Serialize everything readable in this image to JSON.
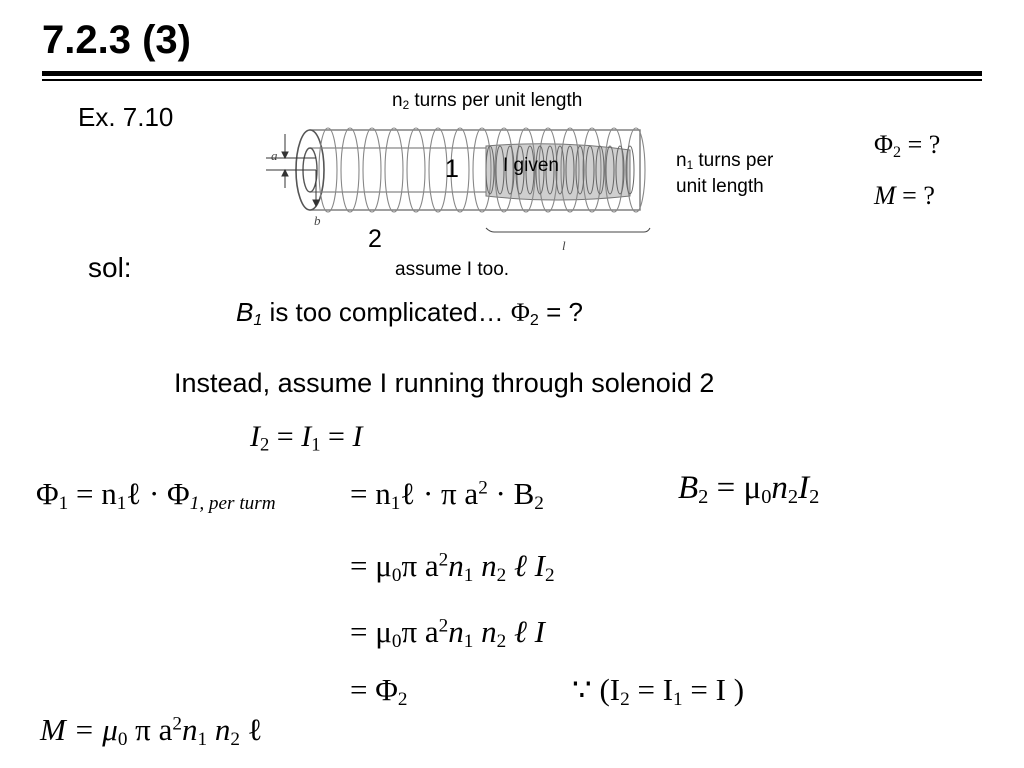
{
  "slide": {
    "title": "7.2.3 (3)",
    "example": "Ex. 7.10",
    "sol_label": "sol:",
    "diagram": {
      "n2_label": "n",
      "n2_sub": "2",
      "n2_rest": " turns per unit length",
      "n1_label": "n",
      "n1_sub": "1",
      "n1_rest": " turns per",
      "n1_line2": "unit length",
      "inner_label": "1",
      "outer_label": "2",
      "current_label": "I given",
      "assume_label": "assume I too.",
      "dim_a": "a",
      "dim_b": "b",
      "dim_l": "l"
    },
    "question": {
      "phi2": "Φ",
      "phi2_sub": "2",
      "phi2_eq": " = ?",
      "m": "M",
      "m_eq": " = ?"
    },
    "statement": {
      "b": "B",
      "b_sub": "1",
      "text": " is too complicated…  ",
      "phi": "Φ",
      "phi_sub": "2",
      "eq": " = ?"
    },
    "instead": "Instead, assume I running through solenoid 2",
    "math": {
      "I_eq": [
        "I",
        "2",
        " = ",
        "I",
        "1",
        " = ",
        "I"
      ],
      "phi1_lhs": "Φ",
      "phi1_sub": "1",
      "phi1_mid": " = n",
      "phi1_mid_sub": "1",
      "phi1_mid2": "ℓ · Φ",
      "phi1_per": "1, per turm",
      "line1_rhs": "= n",
      "line1_rhs_sub": "1",
      "line1_rhs2": "ℓ · π a",
      "line1_sup": "2",
      "line1_rhs3": " · B",
      "line1_sub_b": "2",
      "b2_lhs": "B",
      "b2_sub": "2",
      "b2_rhs": " = μ",
      "b2_mu_sub": "0",
      "b2_n": "n",
      "b2_n_sub": "2",
      "b2_i": "I",
      "b2_i_sub": "2",
      "line2": "= μ",
      "line2_mu_sub": "0",
      "line2_b": "π a",
      "line2_sup": "2",
      "line2_c": "n",
      "line2_c_sub": "1",
      "line2_d": " n",
      "line2_d_sub": "2",
      "line2_e": " ℓ I",
      "line2_e_sub": "2",
      "line3_e": " ℓ I",
      "line4": "= Φ",
      "line4_sub": "2",
      "because": "∵ (I",
      "because_sub1": "2",
      "because_mid": " = I",
      "because_sub2": "1",
      "because_end": " = I )",
      "m_final": "M = μ",
      "m_final_sub": "0",
      "m_final_b": " π a",
      "m_final_sup": "2",
      "m_final_c": "n",
      "m_final_c_sub": "1",
      "m_final_d": " n",
      "m_final_d_sub": "2",
      "m_final_e": " ℓ"
    }
  }
}
